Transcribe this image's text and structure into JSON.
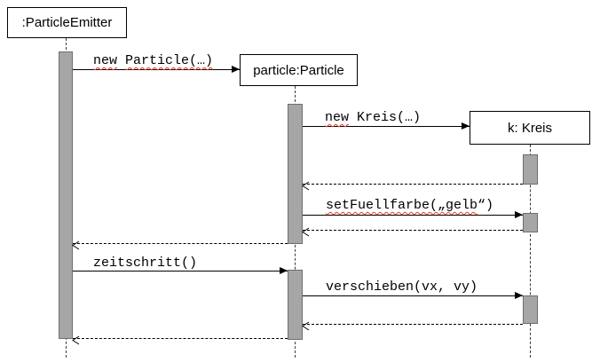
{
  "diagram": {
    "kind": "uml-sequence-diagram",
    "objects": [
      {
        "label": ":ParticleEmitter"
      },
      {
        "label": "particle:Particle"
      },
      {
        "label": "k: Kreis"
      }
    ],
    "messages": [
      {
        "label": "new Particle(…)",
        "type": "call",
        "from": ":ParticleEmitter",
        "to": "particle:Particle",
        "parts": [
          {
            "text": "new",
            "misspelled": true
          },
          {
            "text": " ",
            "misspelled": false
          },
          {
            "text": "Particle(…)",
            "misspelled": true
          }
        ]
      },
      {
        "label": "new Kreis(…)",
        "type": "call",
        "from": "particle:Particle",
        "to": "k: Kreis",
        "parts": [
          {
            "text": "new",
            "misspelled": true
          },
          {
            "text": " Kreis(…)",
            "misspelled": false
          }
        ]
      },
      {
        "label": "",
        "type": "return",
        "from": "k: Kreis",
        "to": "particle:Particle"
      },
      {
        "label": "setFuellfarbe(„gelb“)",
        "type": "call",
        "from": "particle:Particle",
        "to": "k: Kreis",
        "parts": [
          {
            "text": "setFuellfarbe(„gelb",
            "misspelled": true
          },
          {
            "text": "“)",
            "misspelled": false
          }
        ]
      },
      {
        "label": "",
        "type": "return",
        "from": "k: Kreis",
        "to": "particle:Particle"
      },
      {
        "label": "",
        "type": "return",
        "from": "particle:Particle",
        "to": ":ParticleEmitter"
      },
      {
        "label": "zeitschritt()",
        "type": "call",
        "from": ":ParticleEmitter",
        "to": "particle:Particle",
        "parts": [
          {
            "text": "zeitschritt()",
            "misspelled": false
          }
        ]
      },
      {
        "label": "verschieben(vx, vy)",
        "type": "call",
        "from": "particle:Particle",
        "to": "k: Kreis",
        "parts": [
          {
            "text": "verschieben(vx, vy)",
            "misspelled": false
          }
        ]
      },
      {
        "label": "",
        "type": "return",
        "from": "k: Kreis",
        "to": "particle:Particle"
      },
      {
        "label": "",
        "type": "return",
        "from": "particle:Particle",
        "to": ":ParticleEmitter"
      }
    ],
    "colors": {
      "activation_fill": "#a6a6a6",
      "activation_border": "#6e6e6e",
      "box_border": "#000000",
      "box_fill": "#ffffff",
      "message_line": "#000000",
      "spellcheck_underline": "#e03c31"
    }
  }
}
